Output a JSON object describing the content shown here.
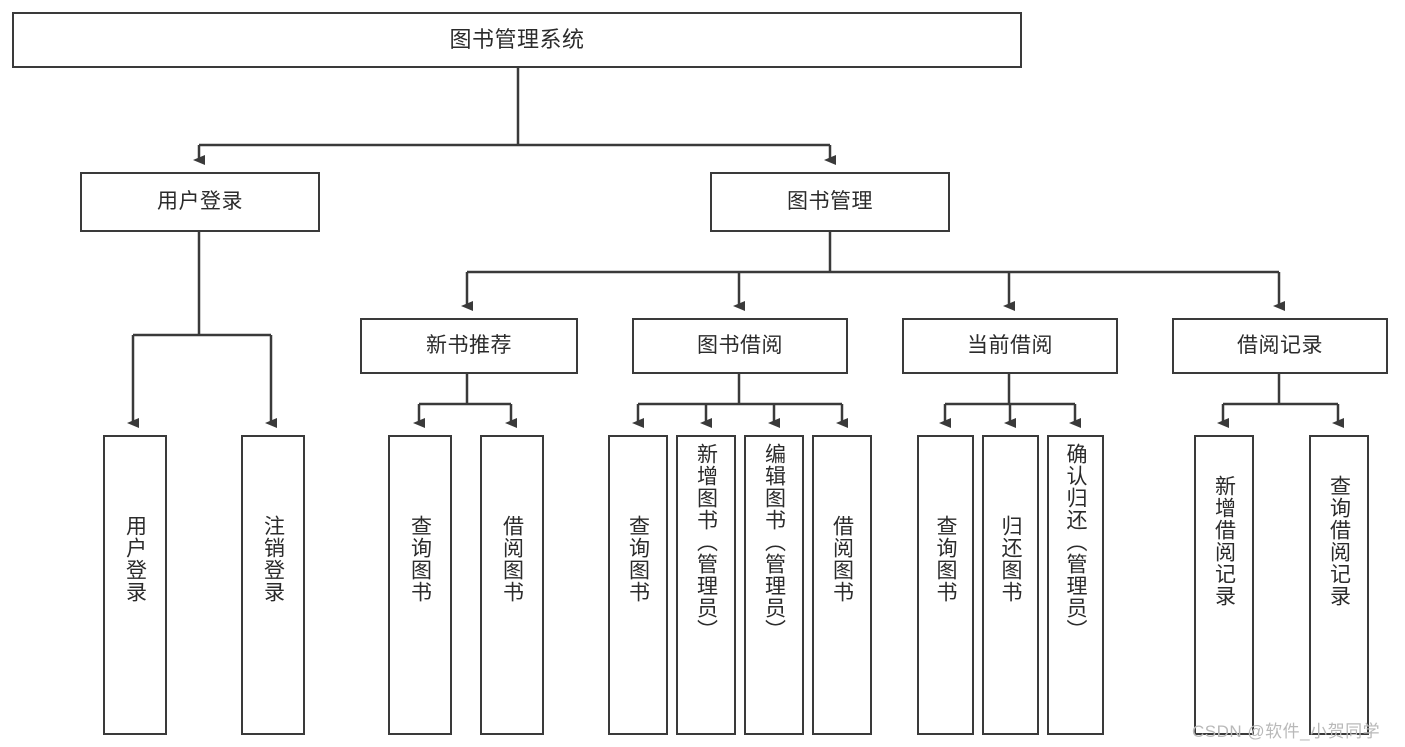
{
  "diagram": {
    "title": "图书管理系统",
    "watermark": "CSDN @软件_小贺同学",
    "line_color": "#3a3a3a",
    "box_fill": "#ffffff",
    "text_color": "#2b2b2b",
    "nodes": {
      "root": "图书管理系统",
      "level2": {
        "user_login": "用户登录",
        "book_manage": "图书管理"
      },
      "level3": {
        "new_book_rec": "新书推荐",
        "book_borrow": "图书借阅",
        "current_borrow": "当前借阅",
        "borrow_record": "借阅记录"
      },
      "leaves": {
        "user_login_1": "用户登录",
        "user_login_2": "注销登录",
        "new_book_rec_1": "查询图书",
        "new_book_rec_2": "借阅图书",
        "book_borrow_1": "查询图书",
        "book_borrow_2": "新增图书（管理员）",
        "book_borrow_3": "编辑图书（管理员）",
        "book_borrow_4": "借阅图书",
        "current_borrow_1": "查询图书",
        "current_borrow_2": "归还图书",
        "current_borrow_3": "确认归还（管理员）",
        "borrow_record_1": "新增借阅记录",
        "borrow_record_2": "查询借阅记录"
      }
    }
  }
}
